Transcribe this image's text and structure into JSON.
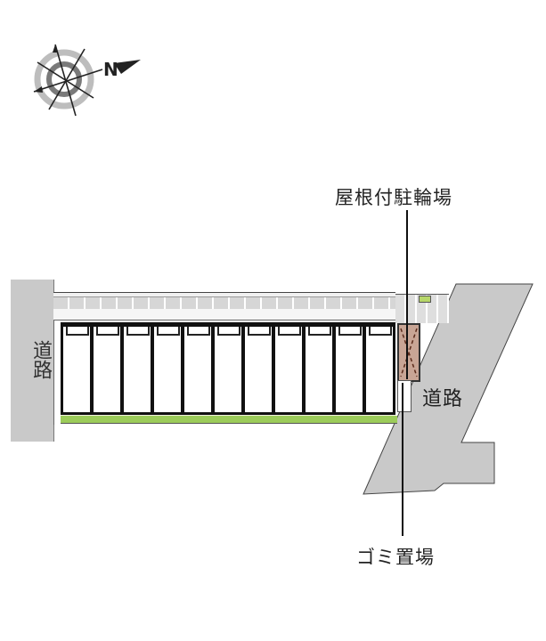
{
  "map": {
    "compass": {
      "north_label": "N",
      "icon": "compass-rose-icon"
    },
    "labels": {
      "bicycle_parking": "屋根付駐輪場",
      "garbage": "ゴミ置場",
      "road_left": "道路",
      "road_right": "道路"
    },
    "building": {
      "unit_count": 11
    },
    "colors": {
      "road": "#c9c9c9",
      "bike_shed": "#c8a595",
      "lawn": "#9ccc5a",
      "path": "#f3f1df",
      "wall": "#111111"
    }
  }
}
